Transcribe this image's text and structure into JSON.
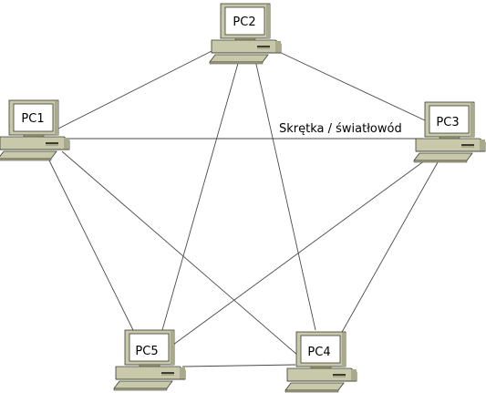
{
  "diagram": {
    "nodes": [
      {
        "id": "PC1",
        "label": "PC1"
      },
      {
        "id": "PC2",
        "label": "PC2"
      },
      {
        "id": "PC3",
        "label": "PC3"
      },
      {
        "id": "PC4",
        "label": "PC4"
      },
      {
        "id": "PC5",
        "label": "PC5"
      }
    ],
    "edges": [
      [
        "PC1",
        "PC2"
      ],
      [
        "PC1",
        "PC3"
      ],
      [
        "PC1",
        "PC4"
      ],
      [
        "PC1",
        "PC5"
      ],
      [
        "PC2",
        "PC3"
      ],
      [
        "PC2",
        "PC4"
      ],
      [
        "PC2",
        "PC5"
      ],
      [
        "PC3",
        "PC4"
      ],
      [
        "PC3",
        "PC5"
      ],
      [
        "PC4",
        "PC5"
      ]
    ],
    "link_label": "Skrętka / światłowód",
    "colors": {
      "computer_body": "#c8c8ab",
      "computer_shade": "#a9a98c",
      "computer_dark": "#8c8c70",
      "outline": "#3c3c30",
      "screen": "#ffffff",
      "link": "#4a4a4a"
    }
  }
}
